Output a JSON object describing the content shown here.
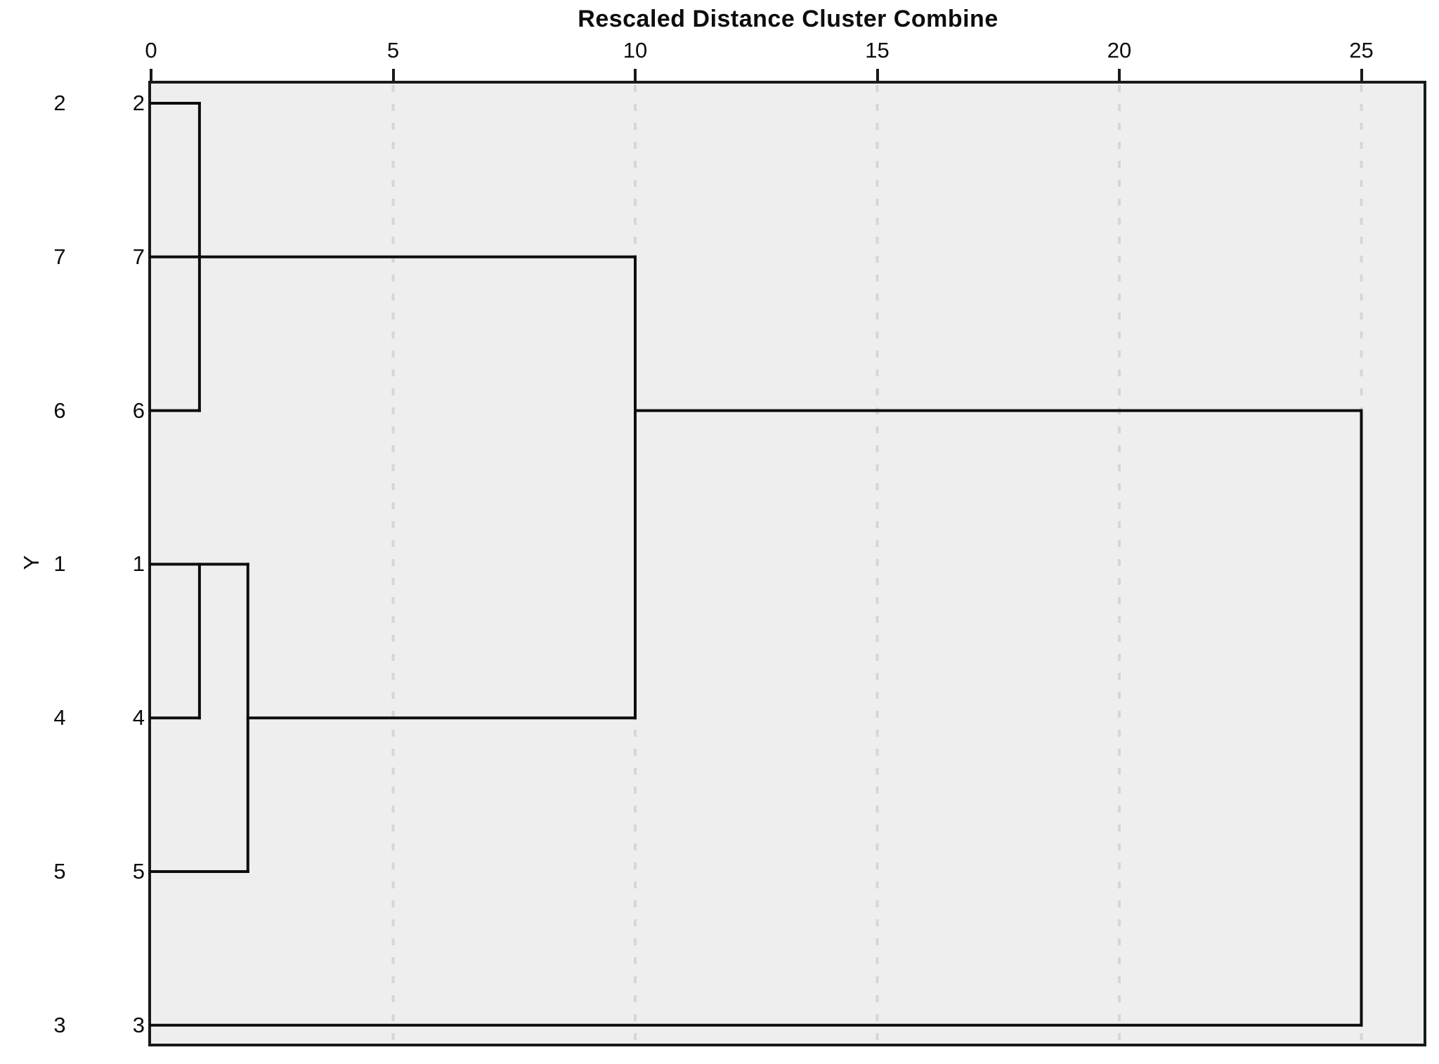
{
  "title": "Rescaled Distance Cluster Combine",
  "y_axis_label": "Y",
  "colors": {
    "page_background": "#ffffff",
    "plot_background": "#eeeeee",
    "plot_border": "#1a1a1a",
    "dendrogram_line": "#0d0d0d",
    "gridline": "#d6d6d6",
    "text": "#0d0d0d"
  },
  "chart_data": {
    "type": "dendrogram",
    "orientation": "horizontal",
    "title": "Rescaled Distance Cluster Combine",
    "ylabel": "Y",
    "x_ticks": [
      0,
      5,
      10,
      15,
      20,
      25
    ],
    "xlim": [
      0,
      25
    ],
    "grid": "dashed vertical gridlines at ticks 5,10,15,20,25",
    "legend": "none",
    "leaf_order": [
      "2",
      "7",
      "6",
      "1",
      "4",
      "5",
      "3"
    ],
    "leaf_labels_shown_twice": true,
    "merges": [
      {
        "cluster": [
          "2",
          "7"
        ],
        "rescaled_distance": 1
      },
      {
        "cluster": [
          "2",
          "7",
          "6"
        ],
        "rescaled_distance": 1
      },
      {
        "cluster": [
          "1",
          "4"
        ],
        "rescaled_distance": 1
      },
      {
        "cluster": [
          "1",
          "4",
          "5"
        ],
        "rescaled_distance": 2
      },
      {
        "cluster": [
          "2",
          "7",
          "6",
          "1",
          "4",
          "5"
        ],
        "rescaled_distance": 10
      },
      {
        "cluster": [
          "2",
          "7",
          "6",
          "1",
          "4",
          "5",
          "3"
        ],
        "rescaled_distance": 25
      }
    ],
    "segments": [
      {
        "type": "h",
        "row": 0,
        "x1": 0,
        "x2": 1
      },
      {
        "type": "h",
        "row": 1,
        "x1": 0,
        "x2": 10
      },
      {
        "type": "h",
        "row": 2,
        "x1": 0,
        "x2": 1
      },
      {
        "type": "h",
        "row": 2,
        "x1": 10,
        "x2": 25
      },
      {
        "type": "h",
        "row": 3,
        "x1": 0,
        "x2": 2
      },
      {
        "type": "h",
        "row": 4,
        "x1": 0,
        "x2": 1
      },
      {
        "type": "h",
        "row": 4,
        "x1": 2,
        "x2": 10
      },
      {
        "type": "h",
        "row": 5,
        "x1": 0,
        "x2": 2
      },
      {
        "type": "h",
        "row": 6,
        "x1": 0,
        "x2": 25
      },
      {
        "type": "v",
        "x": 1,
        "row1": 0,
        "row2": 2
      },
      {
        "type": "v",
        "x": 1,
        "row1": 3,
        "row2": 4
      },
      {
        "type": "v",
        "x": 2,
        "row1": 3,
        "row2": 5
      },
      {
        "type": "v",
        "x": 10,
        "row1": 1,
        "row2": 4
      },
      {
        "type": "v",
        "x": 25,
        "row1": 2,
        "row2": 6
      }
    ]
  }
}
